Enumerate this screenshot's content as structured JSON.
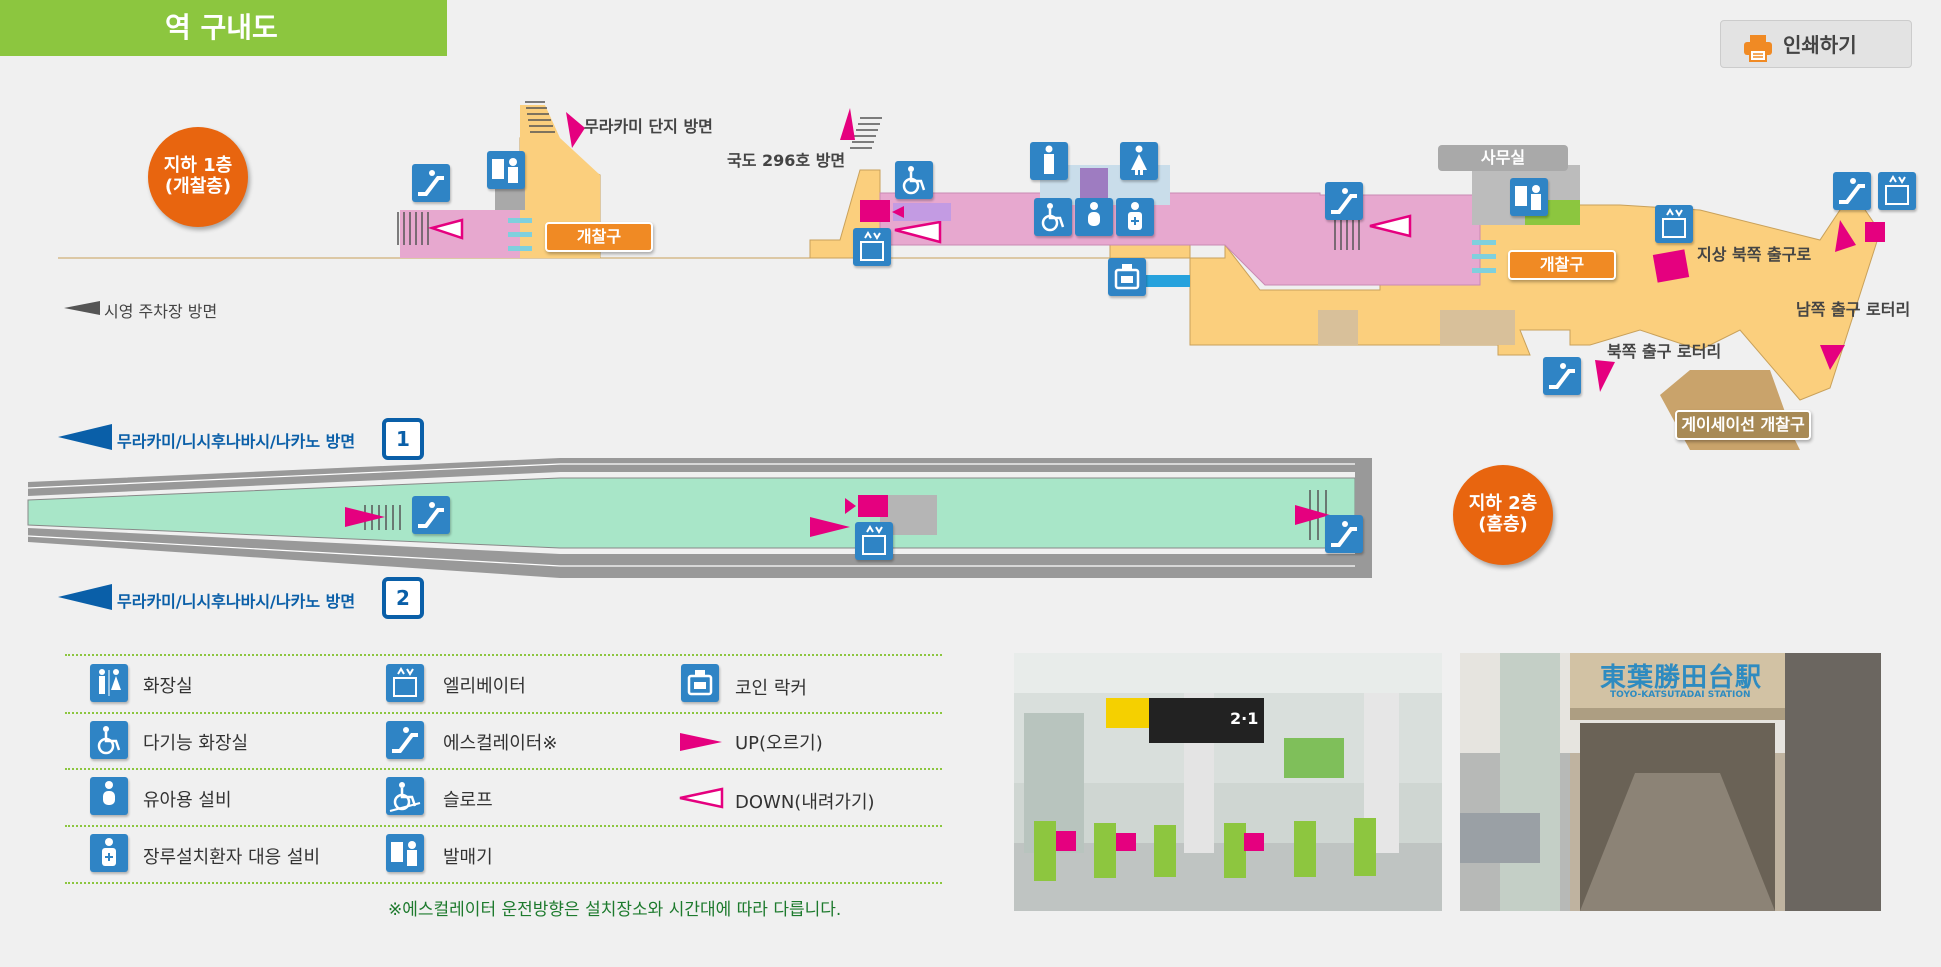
{
  "header": {
    "title": "역 구내도",
    "print_label": "인쇄하기"
  },
  "levels": {
    "b1_line1": "지하 1층",
    "b1_line2": "(개찰층)",
    "b2_line1": "지하 2층",
    "b2_line2": "(홈층)"
  },
  "map_labels": {
    "murakami_danji": "무라카미 단지 방면",
    "route296": "국도 296호 방면",
    "office": "사무실",
    "gate": "개찰구",
    "north_exit_ground": "지상 북쪽 출구로",
    "south_exit_rotary": "남쪽 출구 로터리",
    "north_exit_rotary": "북쪽 출구 로터리",
    "keisei_gate": "게이세이선 개찰구",
    "parking": "시영 주차장 방면"
  },
  "tracks": [
    {
      "number": "1",
      "direction": "무라카미/니시후나바시/나카노 방면"
    },
    {
      "number": "2",
      "direction": "무라카미/니시후나바시/나카노 방면"
    }
  ],
  "legend": {
    "items": [
      {
        "icon": "restroom-icon",
        "label": "화장실"
      },
      {
        "icon": "elevator-icon",
        "label": "엘리베이터"
      },
      {
        "icon": "coin-locker-icon",
        "label": "코인 락커"
      },
      {
        "icon": "accessible-restroom-icon",
        "label": "다기능 화장실"
      },
      {
        "icon": "escalator-icon",
        "label": "에스컬레이터※"
      },
      {
        "icon": "up-arrow-icon",
        "label": "UP(오르기)"
      },
      {
        "icon": "baby-care-icon",
        "label": "유아용 설비"
      },
      {
        "icon": "slope-icon",
        "label": "슬로프"
      },
      {
        "icon": "down-arrow-icon",
        "label": "DOWN(내려가기)"
      },
      {
        "icon": "ostomy-icon",
        "label": "장루설치환자 대응 설비"
      },
      {
        "icon": "ticket-machine-icon",
        "label": "발매기"
      }
    ],
    "note": "※에스컬레이터 운전방향은 설치장소와 시간대에 따라 다릅니다."
  },
  "photos": {
    "sign_text": "東葉勝田台駅",
    "sign_sub": "TOYO-KATSUTADAI STATION",
    "board_number": "2·1"
  },
  "colors": {
    "accent_green": "#8cc63f",
    "level_orange": "#e8650f",
    "concourse": "#fbcf7d",
    "paid_area": "#e7a8cf",
    "platform": "#a8e6c8",
    "icon_blue": "#2f84c5",
    "arrow_magenta": "#e5007f",
    "direction_blue": "#0a5fa8"
  }
}
